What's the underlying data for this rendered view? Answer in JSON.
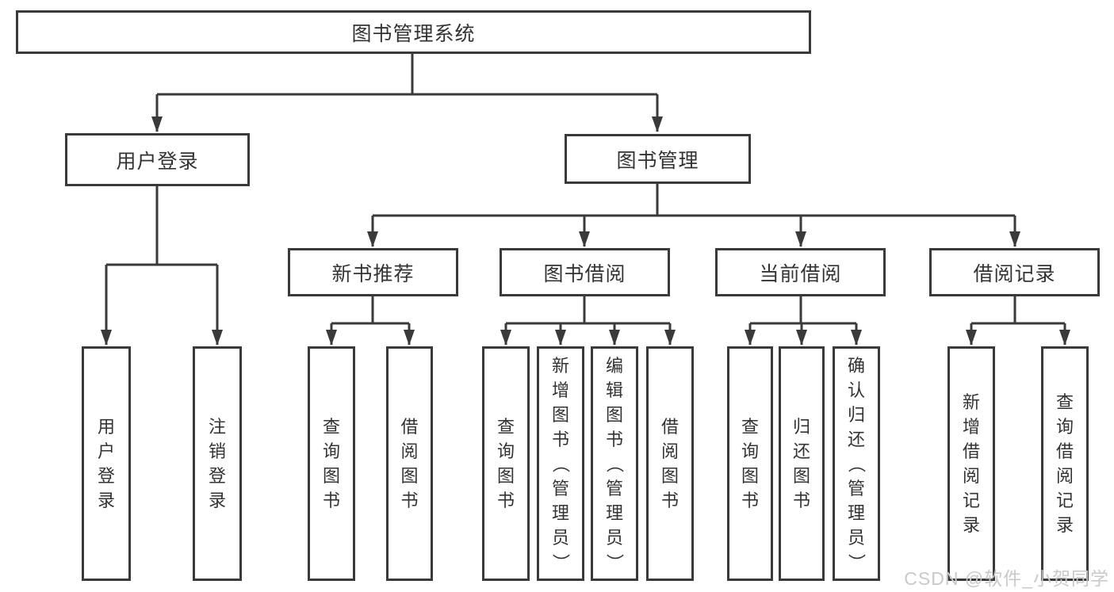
{
  "tree": {
    "root": {
      "label": "图书管理系统"
    },
    "branches": [
      {
        "label": "用户登录",
        "children": [
          {
            "label": "用户登录"
          },
          {
            "label": "注销登录"
          }
        ]
      },
      {
        "label": "图书管理",
        "groups": [
          {
            "label": "新书推荐",
            "children": [
              {
                "label": "查询图书"
              },
              {
                "label": "借阅图书"
              }
            ]
          },
          {
            "label": "图书借阅",
            "children": [
              {
                "label": "查询图书"
              },
              {
                "label": "新增图书（管理员）"
              },
              {
                "label": "编辑图书（管理员）"
              },
              {
                "label": "借阅图书"
              }
            ]
          },
          {
            "label": "当前借阅",
            "children": [
              {
                "label": "查询图书"
              },
              {
                "label": "归还图书"
              },
              {
                "label": "确认归还（管理员）"
              }
            ]
          },
          {
            "label": "借阅记录",
            "children": [
              {
                "label": "新增借阅记录"
              },
              {
                "label": "查询借阅记录"
              }
            ]
          }
        ]
      }
    ]
  },
  "watermark": {
    "text": "CSDN @软件_小贺同学"
  },
  "colors": {
    "line": "#3a3a3a",
    "text": "#333333",
    "box_background": "#ffffff",
    "watermark": "#c9c9c9"
  }
}
